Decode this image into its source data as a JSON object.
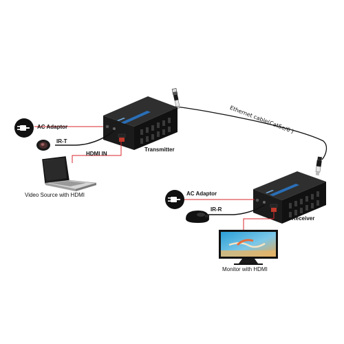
{
  "labels": {
    "ac_adaptor_tx": "AC Adaptor",
    "ir_t": "IR-T",
    "hdmi_in": "HDMI IN",
    "transmitter": "Transmitter",
    "video_source": "Video Source with HDMI",
    "ethernet_cable": "Ethernet cable(Cat5e/6 )",
    "ac_adaptor_rx": "AC Adaptor",
    "ir_r": "IR-R",
    "receiver": "Receiver",
    "monitor": "Monitor with HDMI"
  },
  "colors": {
    "device_body": "#1f1f1f",
    "device_top": "#2e2e2e",
    "badge": "#2a6fb8",
    "red_line": "#d9262b",
    "black_line": "#111111",
    "hdmi_port": "#c0392b",
    "plug_circle": "#111111"
  },
  "icons": [
    "power-plug-icon",
    "ir-emitter-icon",
    "ir-receiver-icon",
    "laptop-icon",
    "monitor-icon",
    "rj45-connector-icon"
  ]
}
